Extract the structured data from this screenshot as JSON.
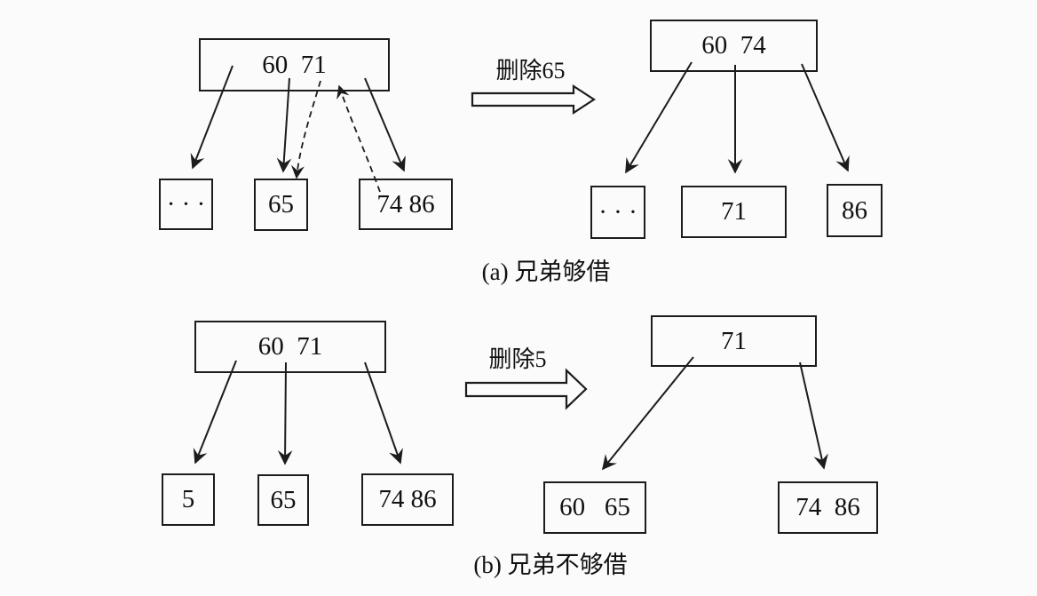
{
  "colors": {
    "line": "#1c1c1c",
    "background": "#fbfbfb",
    "text": "#111111"
  },
  "section_a": {
    "caption": "(a) 兄弟够借",
    "operation": "删除65",
    "before": {
      "root": "60  71",
      "children": [
        "· · ·",
        "65",
        "74 86"
      ]
    },
    "after": {
      "root": "60  74",
      "children": [
        "· · ·",
        "71",
        "86"
      ]
    }
  },
  "section_b": {
    "caption": "(b) 兄弟不够借",
    "operation": "删除5",
    "before": {
      "root": "60  71",
      "children": [
        "5",
        "65",
        "74 86"
      ]
    },
    "after": {
      "root": "71",
      "children": [
        "60   65",
        "74  86"
      ]
    }
  }
}
